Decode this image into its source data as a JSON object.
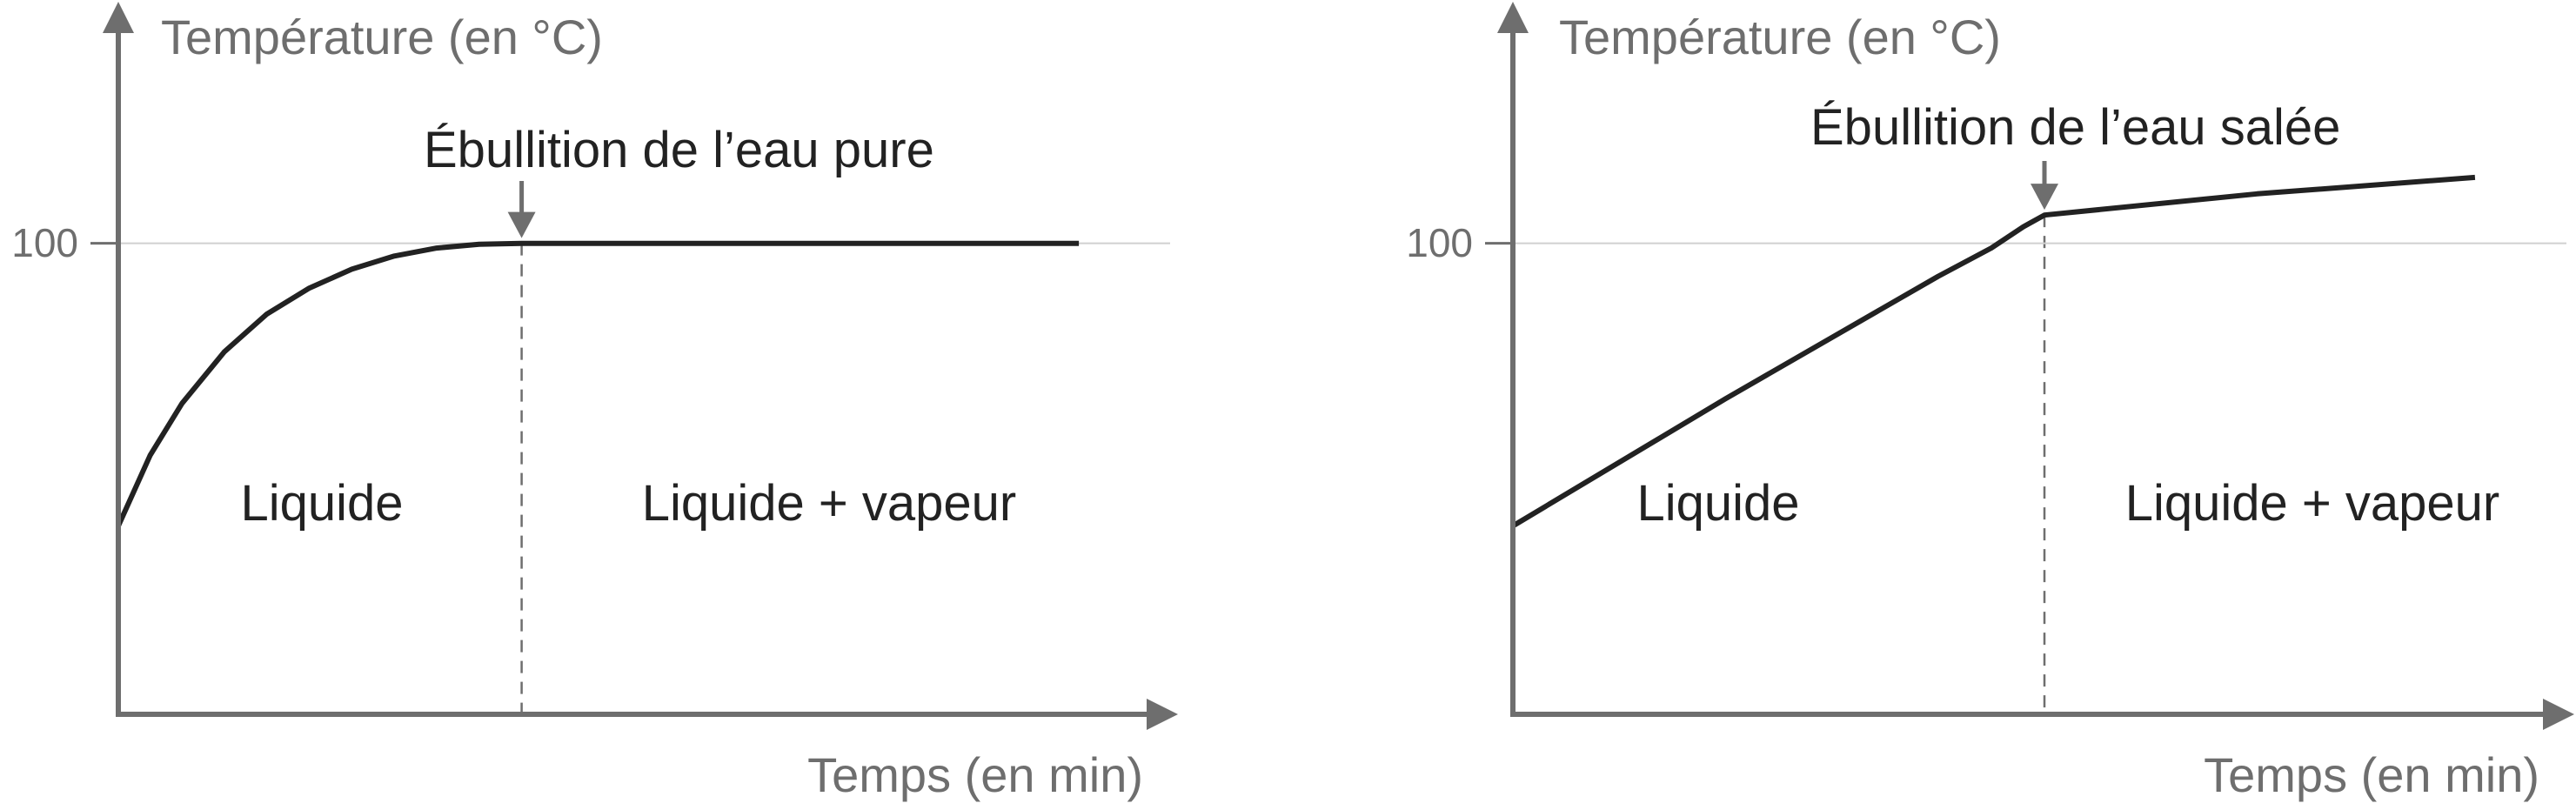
{
  "chart_data": [
    {
      "type": "line",
      "title": "",
      "ylabel": "Température (en °C)",
      "xlabel": "Temps (en min)",
      "yticks": [
        {
          "value": 100,
          "label": "100"
        }
      ],
      "xlim": [
        0,
        100
      ],
      "ylim": [
        0,
        150
      ],
      "gridlines_y": [
        100
      ],
      "annotation": {
        "text": "Ébullition de l’eau pure",
        "x": 38,
        "y": 100
      },
      "boiling_x": 38,
      "regions": [
        {
          "label": "Liquide",
          "x": 19,
          "y": 47
        },
        {
          "label": "Liquide + vapeur",
          "x": 67,
          "y": 47
        }
      ],
      "series": [
        {
          "name": "eau pure",
          "color": "#222222",
          "x": [
            0,
            3,
            6,
            10,
            14,
            18,
            22,
            26,
            30,
            34,
            38,
            90.5
          ],
          "y": [
            40,
            55,
            66,
            77,
            85,
            90.5,
            94.5,
            97.3,
            99,
            99.8,
            100,
            100
          ]
        }
      ]
    },
    {
      "type": "line",
      "title": "",
      "ylabel": "Température (en °C)",
      "xlabel": "Temps (en min)",
      "yticks": [
        {
          "value": 100,
          "label": "100"
        }
      ],
      "xlim": [
        0,
        100
      ],
      "ylim": [
        0,
        150
      ],
      "gridlines_y": [
        100
      ],
      "annotation": {
        "text": "Ébullition de l’eau salée",
        "x": 50,
        "y": 106
      },
      "boiling_x": 50,
      "regions": [
        {
          "label": "Liquide",
          "x": 19,
          "y": 47
        },
        {
          "label": "Liquide + vapeur",
          "x": 75,
          "y": 47
        }
      ],
      "series": [
        {
          "name": "eau salée",
          "color": "#222222",
          "x": [
            0,
            20,
            40,
            45,
            48,
            50,
            70,
            90.5
          ],
          "y": [
            40,
            67,
            93,
            99,
            103.5,
            106,
            110.5,
            114
          ]
        }
      ]
    }
  ],
  "colors": {
    "axis": "#6e6e6e",
    "curve": "#222222",
    "grid": "#d0d0d0"
  }
}
